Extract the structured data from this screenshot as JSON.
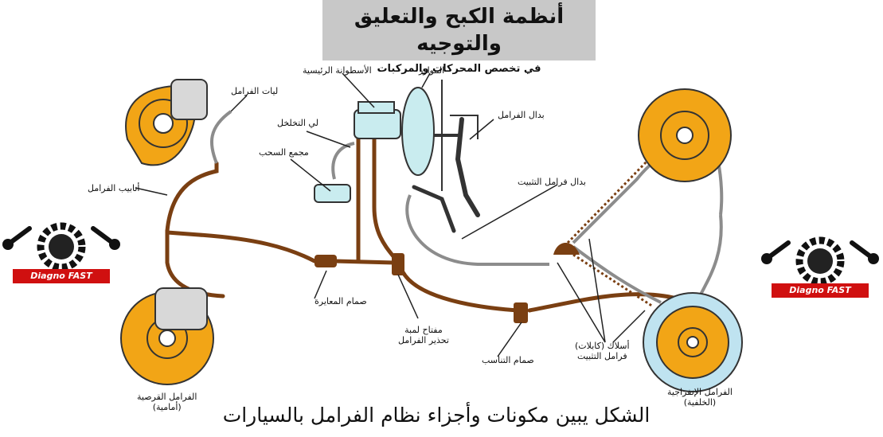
{
  "header": {
    "title": "أنظمة الكبح والتعليق والتوجيه",
    "subtitle": "في تخصص المحركات والمركبات"
  },
  "labels": {
    "brake_hose": "ليات الفرامل",
    "master_cylinder": "الأسطوانة الرئيسية",
    "booster": "الموازر",
    "brake_pedal": "بدال الفرامل",
    "choke_hose": "لي التخلخل",
    "vacuum_reservoir": "مجمع السحب",
    "brake_pipes": "أنابيب الفرامل",
    "parking_pedal": "بدال فرامل التثبيت",
    "metering_valve": "صمام المعايرة",
    "warning_switch_1": "مفتاح لمبة",
    "warning_switch_2": "تحذير الفرامل",
    "proportioning_valve": "صمام التناسب",
    "parking_cables_1": "أسلاك (كابلات)",
    "parking_cables_2": "فرامل التثبيت",
    "disc_brake_1": "الفرامل القرصية",
    "disc_brake_2": "(أمامية)",
    "drum_brake_1": "الفرامل الإنفراجية",
    "drum_brake_2": "(الخلفية)"
  },
  "caption": "الشكل يبين مكونات وأجزاء نظام الفرامل بالسيارات",
  "logo": {
    "text": "Diagno FAST"
  },
  "colors": {
    "component_orange": "#f2a516",
    "pipe_brown": "#7a3f12",
    "master_cyl_cyan": "#c9ecef",
    "drum_blue": "#bfe3f0",
    "title_bg": "#c8c8c8",
    "logo_red": "#d01010"
  }
}
